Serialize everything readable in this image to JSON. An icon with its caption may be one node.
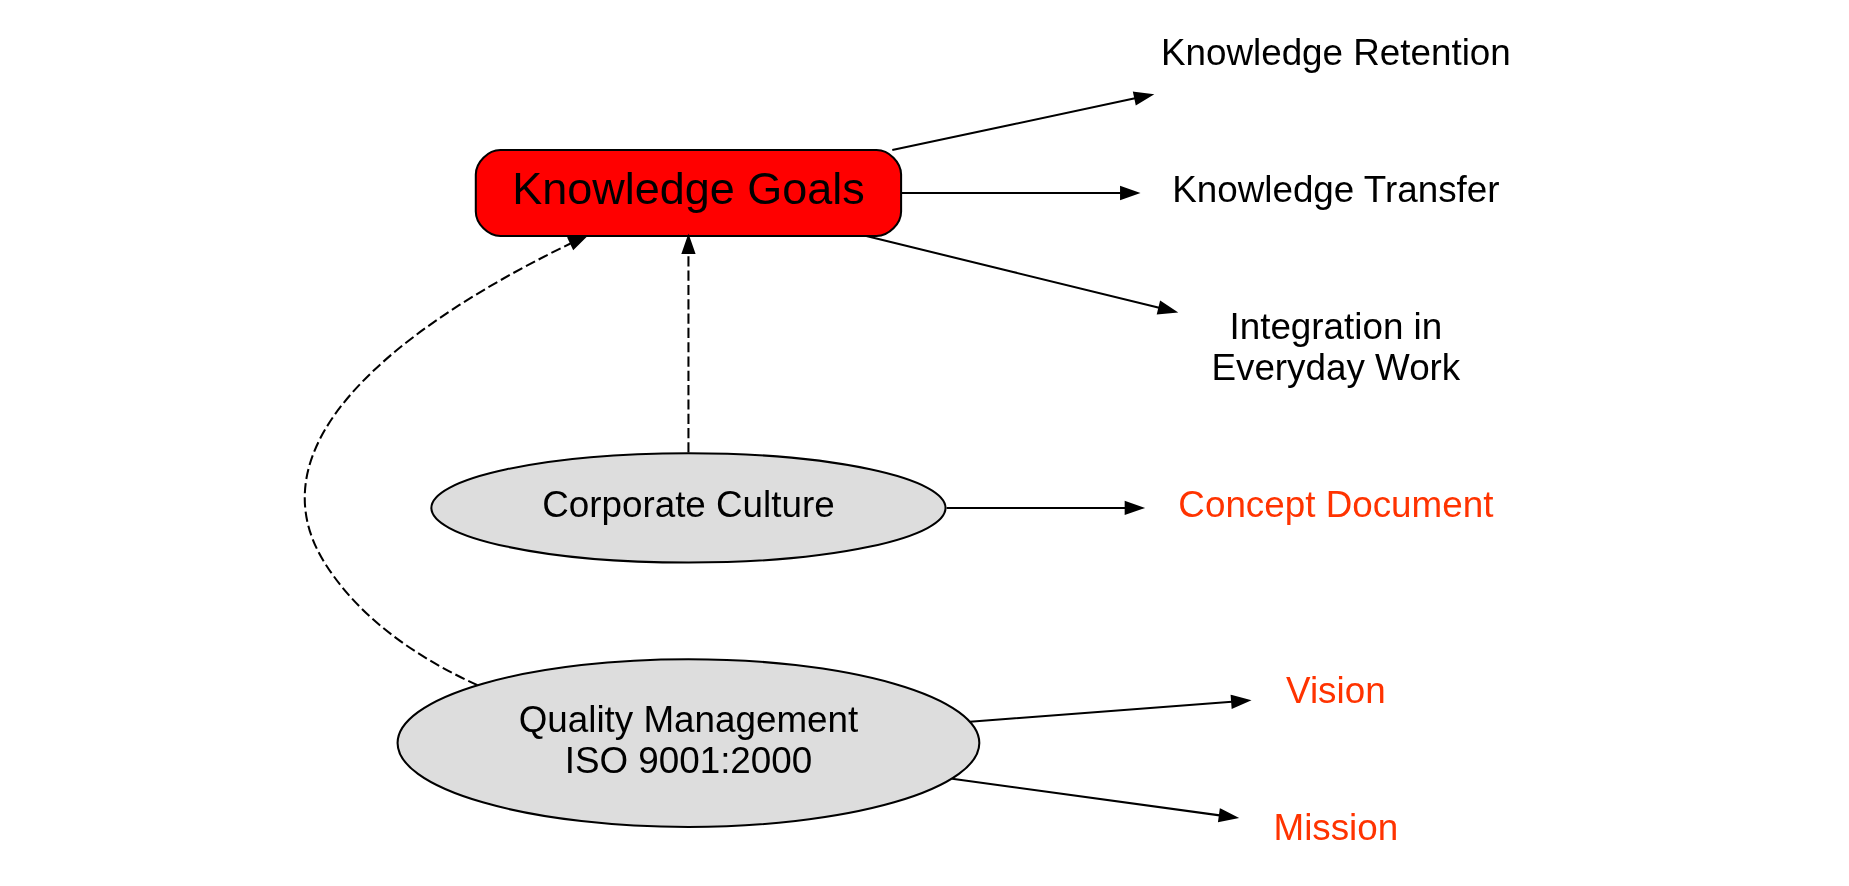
{
  "diagram": {
    "nodes": [
      {
        "text": [
          "Knowledge Goals"
        ]
      },
      {
        "text": [
          "Corporate Culture"
        ]
      },
      {
        "text": [
          "Concept Document"
        ]
      },
      {
        "text": [
          "Knowledge Retention"
        ]
      },
      {
        "text": [
          "Knowledge Transfer"
        ]
      },
      {
        "text": [
          "Integration in Everyday Work"
        ]
      },
      {
        "text": [
          "Quality Management ISO 9001:2000"
        ]
      },
      {
        "text": [
          "Vision"
        ]
      },
      {
        "text": [
          "Mission"
        ]
      }
    ],
    "edges": [
      {
        "from": 1,
        "to": 0,
        "arrow": "to",
        "style": "dashed"
      },
      {
        "from": 6,
        "to": 0,
        "arrow": "to",
        "style": "dashed"
      },
      {
        "from": 0,
        "to": 3,
        "arrow": "to"
      },
      {
        "from": 0,
        "to": 4,
        "arrow": "to"
      },
      {
        "from": 0,
        "to": 5,
        "arrow": "to"
      },
      {
        "from": 1,
        "to": 2,
        "arrow": "to"
      },
      {
        "from": 6,
        "to": 7,
        "arrow": "to"
      },
      {
        "from": 6,
        "to": 8,
        "arrow": "to"
      }
    ]
  }
}
